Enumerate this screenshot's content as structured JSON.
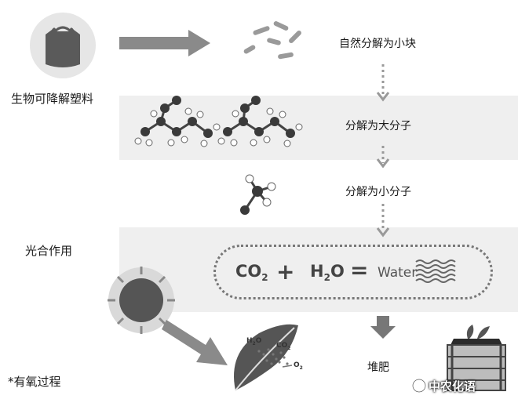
{
  "left_labels": {
    "bioplastic": "生物可降解塑料",
    "photosynthesis": "光合作用",
    "aerobic": "有氧过程"
  },
  "steps": {
    "small_pieces": "自然分解为小块",
    "large_molecules": "分解为大分子",
    "small_molecules": "分解为小分子",
    "compost": "堆肥"
  },
  "equation": {
    "co2_main": "CO",
    "co2_sub": "2",
    "plus": "+",
    "h2o_h": "H",
    "h2o_sub": "2",
    "h2o_o": "O",
    "equals": "=",
    "water": "Water"
  },
  "leaf": {
    "h2o_h": "H",
    "h2o_sub": "2",
    "h2o_o": "O",
    "co2_main": "CO",
    "co2_sub": "2",
    "o2_main": "O",
    "o2_sub": "2"
  },
  "watermark": "中农化语",
  "colors": {
    "band": "#efefef",
    "arrow": "#8a8a8a",
    "dark": "#333333"
  }
}
